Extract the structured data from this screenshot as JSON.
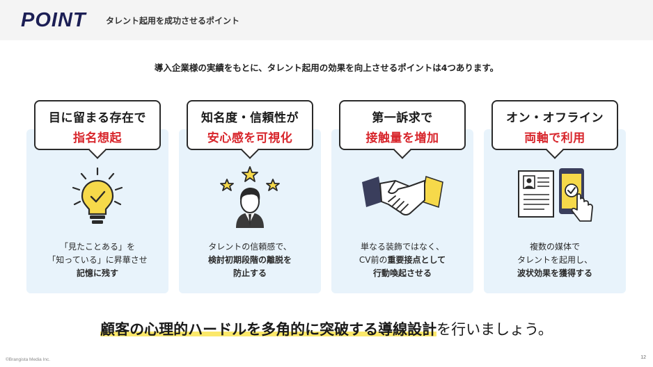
{
  "header": {
    "logo": "POINT",
    "subtitle": "タレント起用を成功させるポイント"
  },
  "intro": "導入企業様の実績をもとに、タレント起用の効果を向上させるポイントは4つあります。",
  "cards": [
    {
      "title_line1": "目に留まる存在で",
      "title_line2": "指名想起",
      "icon": "lightbulb-icon",
      "desc_line1": "「見たことある」を",
      "desc_line2": "「知っている」に昇華させ",
      "desc_line3": "記憶に残す"
    },
    {
      "title_line1": "知名度・信頼性が",
      "title_line2": "安心感を可視化",
      "icon": "person-stars-icon",
      "desc_line1": "タレントの信頼感で、",
      "desc_line2": "検討初期段階の離脱を",
      "desc_line3": "防止する"
    },
    {
      "title_line1": "第一訴求で",
      "title_line2": "接触量を増加",
      "icon": "handshake-icon",
      "desc_line1": "単なる装飾ではなく、",
      "desc_line2_a": "CV前の",
      "desc_line2_b": "重要接点として",
      "desc_line3": "行動喚起させる"
    },
    {
      "title_line1": "オン・オフライン",
      "title_line2": "両軸で利用",
      "icon": "document-phone-icon",
      "desc_line1": "複数の媒体で",
      "desc_line2": "タレントを起用し、",
      "desc_line3": "波状効果を獲得する"
    }
  ],
  "conclusion": {
    "highlight": "顧客の心理的ハードルを多角的に突破する導線設計",
    "rest": "を行いましょう。"
  },
  "footer": {
    "copyright": "©Brangista Media Inc.",
    "page": "12"
  },
  "colors": {
    "navy": "#1c1f55",
    "red": "#d8262c",
    "card_bg": "#e8f3fb",
    "yellow": "#f6d94a"
  }
}
